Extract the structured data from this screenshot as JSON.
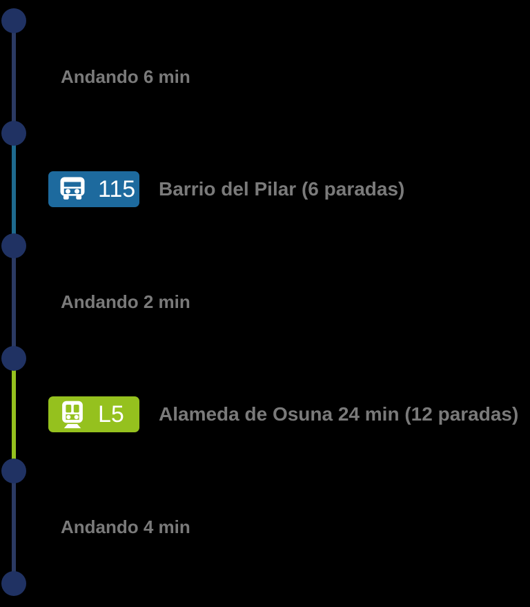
{
  "colors": {
    "dot": "#203263",
    "walk_line": "#2b3a63",
    "bus_line": "#1e6a8e",
    "metro_line": "#95c11e",
    "bus_badge": "#1d6a9e",
    "metro_badge": "#95c11e",
    "text_gray": "#7a7a7a"
  },
  "segments": [
    {
      "type": "walk",
      "label": "Andando 6 min"
    },
    {
      "type": "bus",
      "badge": "115",
      "label": "Barrio del Pilar (6 paradas)"
    },
    {
      "type": "walk",
      "label": "Andando 2 min"
    },
    {
      "type": "metro",
      "badge": "L5",
      "label": "Alameda de Osuna 24 min (12 paradas)"
    },
    {
      "type": "walk",
      "label": "Andando 4 min"
    }
  ]
}
